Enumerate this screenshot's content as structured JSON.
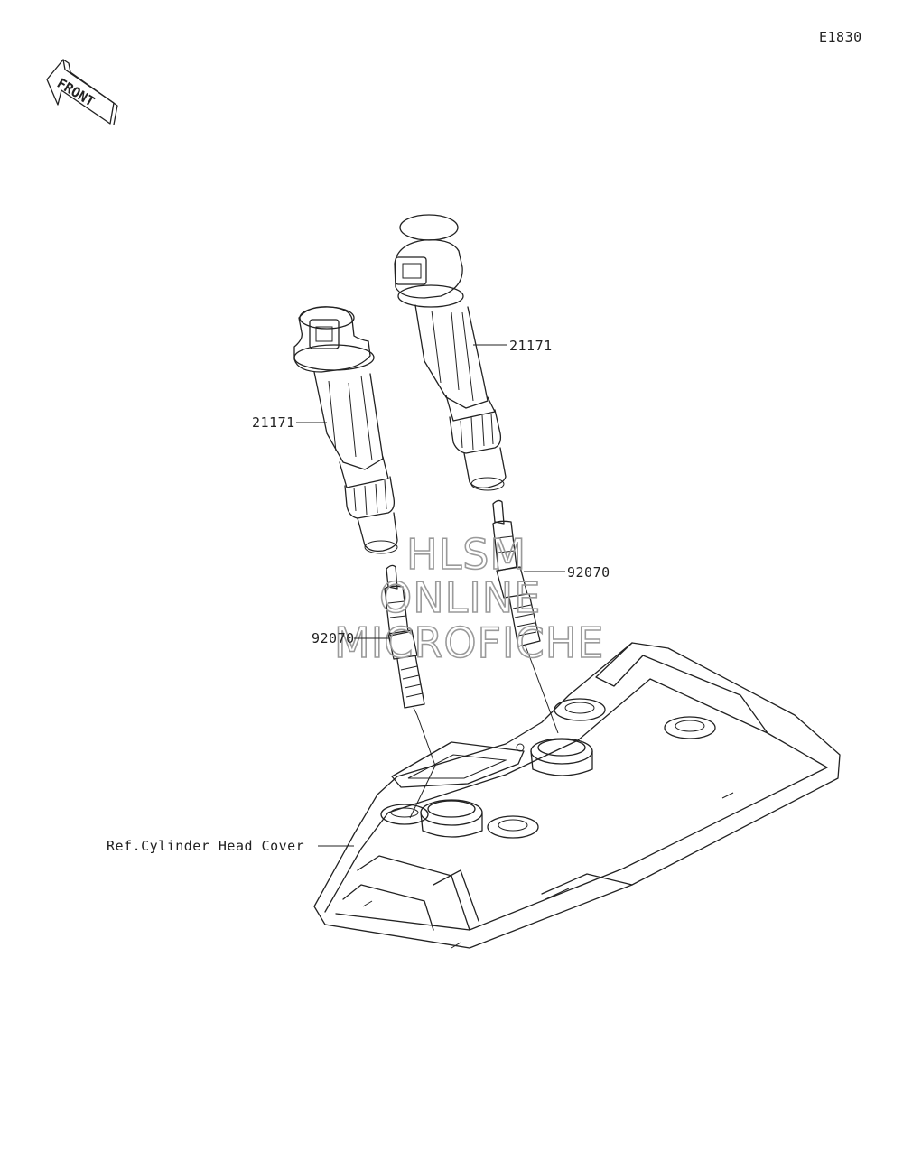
{
  "diagram_code": "E1830",
  "front_arrow_label": "FRONT",
  "watermark": [
    "HLSM",
    "ONLINE",
    "MICROFICHE"
  ],
  "callouts": {
    "coil_left": "21171",
    "coil_right": "21171",
    "plug_left": "92070",
    "plug_right": "92070",
    "head_cover": "Ref.Cylinder Head Cover"
  }
}
